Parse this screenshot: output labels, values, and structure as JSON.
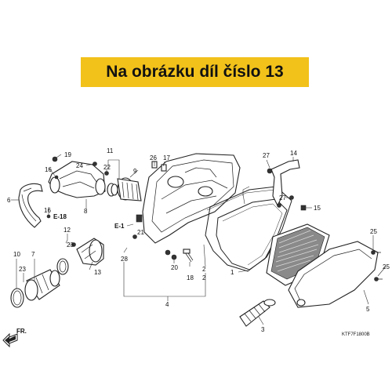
{
  "banner": {
    "text": "Na obrázku díl číslo 13"
  },
  "diagram_code": "KTF7F1800B",
  "front_marker": "FR.",
  "reference_labels": [
    "E-18",
    "E-1"
  ],
  "callouts": [
    "19",
    "16",
    "24",
    "22",
    "11",
    "9",
    "26",
    "17",
    "27",
    "14",
    "6",
    "8",
    "16",
    "E-18",
    "27",
    "15",
    "E-1",
    "21",
    "12",
    "23",
    "25",
    "10",
    "7",
    "23",
    "13",
    "28",
    "20",
    "18",
    "2",
    "2",
    "1",
    "5",
    "25",
    "3",
    "4"
  ]
}
